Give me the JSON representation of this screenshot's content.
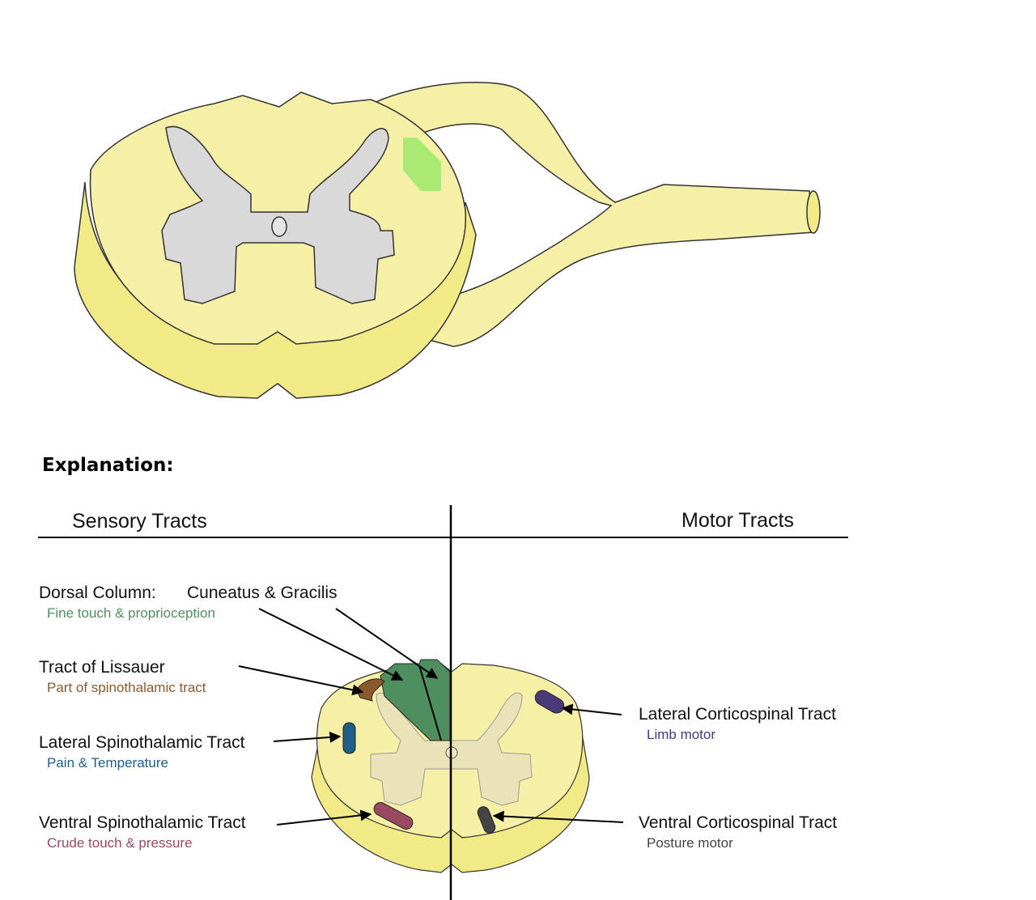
{
  "explanation_heading": "Explanation:",
  "columns": {
    "left": "Sensory Tracts",
    "right": "Motor Tracts"
  },
  "sensory": [
    {
      "title": "Dorsal Column:",
      "title2": "Cuneatus & Gracilis",
      "sub": "Fine touch & proprioception",
      "color": "#4f8f5f"
    },
    {
      "title": "Tract of Lissauer",
      "sub": "Part of spinothalamic tract",
      "color": "#8a5a2e"
    },
    {
      "title": "Lateral Spinothalamic Tract",
      "sub": "Pain & Temperature",
      "color": "#1f5f8a"
    },
    {
      "title": "Ventral Spinothalamic Tract",
      "sub": "Crude touch & pressure",
      "color": "#9a4a60"
    }
  ],
  "motor": [
    {
      "title": "Lateral Corticospinal Tract",
      "sub": "Limb motor",
      "color": "#4a3a7a"
    },
    {
      "title": "Ventral Corticospinal Tract",
      "sub": "Posture motor",
      "color": "#444444"
    }
  ],
  "colors": {
    "cord_fill": "#f5f0a6",
    "cord_side": "#f2ea86",
    "gray_matter": "#d9d9d9",
    "highlight": "#a8ea72"
  }
}
